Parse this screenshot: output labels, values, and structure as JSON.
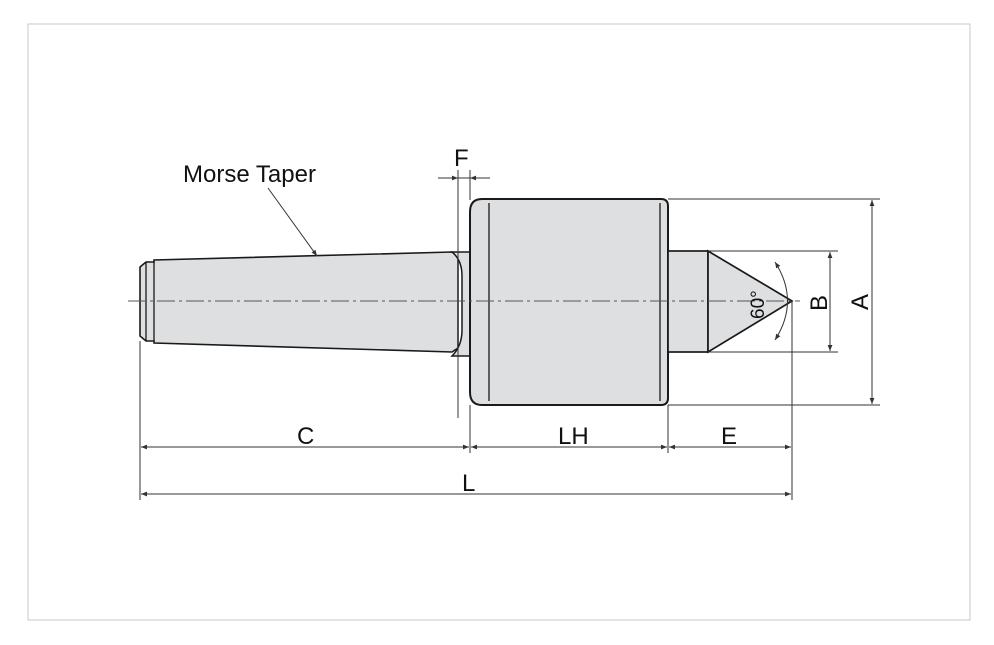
{
  "diagram": {
    "callout": "Morse Taper",
    "dimensions": {
      "F": "F",
      "C": "C",
      "LH": "LH",
      "E": "E",
      "L": "L",
      "A": "A",
      "B": "B"
    },
    "angle": "60°"
  },
  "colors": {
    "part_fill": "#dedfe0",
    "outline": "#1a1a1a",
    "dimension_line": "#333333",
    "centerline": "#555555",
    "frame": "#c8c8c8"
  }
}
